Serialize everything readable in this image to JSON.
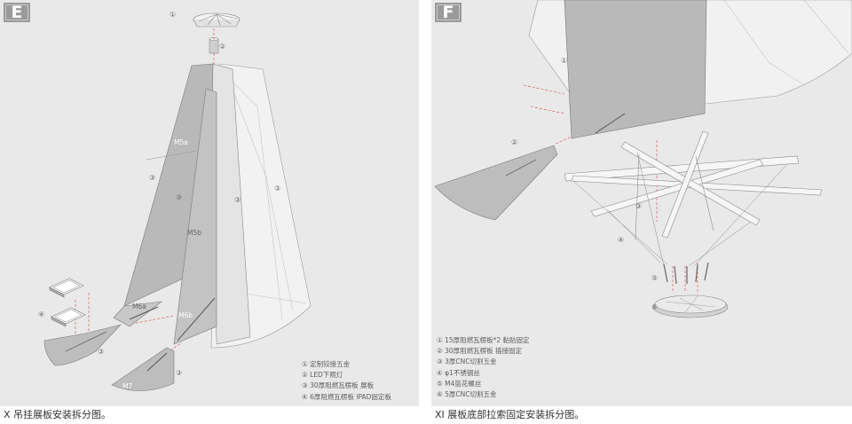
{
  "panel_e": {
    "tag": "E",
    "callouts": [
      "①",
      "②",
      "③",
      "③",
      "③",
      "③",
      "④",
      "③",
      "③"
    ],
    "piece_labels": [
      "M5a",
      "M5b",
      "M6a",
      "M6b",
      "M7"
    ],
    "legend": [
      "① 定制铰接五金",
      "② LED下照灯",
      "③ 30厚阻燃瓦楞板 展板",
      "④ 6厚阻燃瓦楞板   IPAD固定板"
    ],
    "caption": "X   吊挂展板安装拆分图。"
  },
  "panel_f": {
    "tag": "F",
    "callouts": [
      "①",
      "②",
      "③",
      "④",
      "⑤",
      "⑥"
    ],
    "legend": [
      "① 15厚阻燃瓦楞板*2  黏贴固定",
      "② 30厚阻燃瓦楞板    插接固定",
      "③ 3厚CNC切割五金",
      "④ φ1不锈钢丝",
      "⑤ M4篮花螺丝",
      "⑥ 5厚CNC切割五金"
    ],
    "caption": "XI   展板底部拉索固定安装拆分图。"
  },
  "colors": {
    "panel_bg": "#e9e9e9",
    "board_dark": "#b9b9b9",
    "board_light": "#efefef",
    "edge": "#8a8a8a",
    "dashed": "#d04a4a"
  }
}
